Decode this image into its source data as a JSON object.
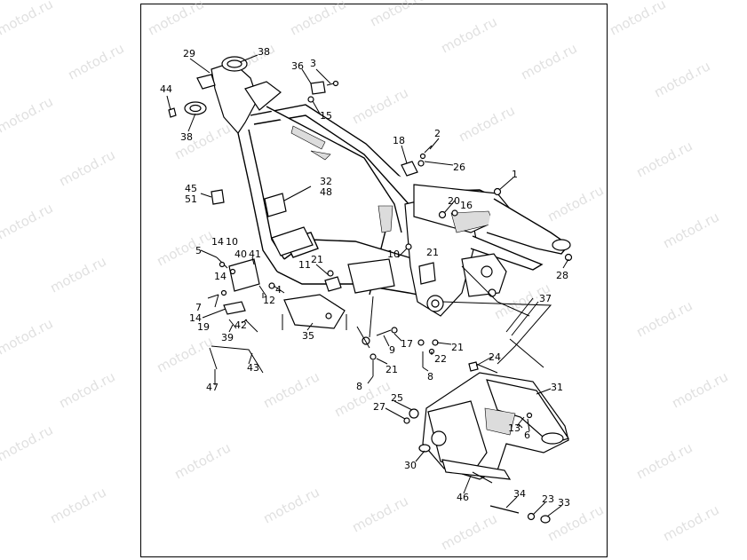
{
  "watermark": "motod.ru",
  "callouts": [
    {
      "id": "c29",
      "text": "29"
    },
    {
      "id": "c38a",
      "text": "38"
    },
    {
      "id": "c36",
      "text": "36"
    },
    {
      "id": "c3",
      "text": "3"
    },
    {
      "id": "c44",
      "text": "44"
    },
    {
      "id": "c15",
      "text": "15"
    },
    {
      "id": "c38b",
      "text": "38"
    },
    {
      "id": "c18",
      "text": "18"
    },
    {
      "id": "c2",
      "text": "2"
    },
    {
      "id": "c26",
      "text": "26"
    },
    {
      "id": "c1",
      "text": "1"
    },
    {
      "id": "c45",
      "text": "45"
    },
    {
      "id": "c51",
      "text": "51"
    },
    {
      "id": "c32",
      "text": "32"
    },
    {
      "id": "c48",
      "text": "48"
    },
    {
      "id": "c20",
      "text": "20"
    },
    {
      "id": "c16",
      "text": "16"
    },
    {
      "id": "c5",
      "text": "5"
    },
    {
      "id": "c14a",
      "text": "14"
    },
    {
      "id": "c10a",
      "text": "10"
    },
    {
      "id": "c40",
      "text": "40"
    },
    {
      "id": "c41",
      "text": "41"
    },
    {
      "id": "c10b",
      "text": "10"
    },
    {
      "id": "c21a",
      "text": "21"
    },
    {
      "id": "c21b",
      "text": "21"
    },
    {
      "id": "c11",
      "text": "11"
    },
    {
      "id": "c28",
      "text": "28"
    },
    {
      "id": "c14b",
      "text": "14"
    },
    {
      "id": "c4",
      "text": "4"
    },
    {
      "id": "c7",
      "text": "7"
    },
    {
      "id": "c12",
      "text": "12"
    },
    {
      "id": "c37",
      "text": "37"
    },
    {
      "id": "c14c",
      "text": "14"
    },
    {
      "id": "c19",
      "text": "19"
    },
    {
      "id": "c42",
      "text": "42"
    },
    {
      "id": "c39",
      "text": "39"
    },
    {
      "id": "c35",
      "text": "35"
    },
    {
      "id": "c9",
      "text": "9"
    },
    {
      "id": "c17",
      "text": "17"
    },
    {
      "id": "c21c",
      "text": "21"
    },
    {
      "id": "c22",
      "text": "22"
    },
    {
      "id": "c24",
      "text": "24"
    },
    {
      "id": "c43",
      "text": "43"
    },
    {
      "id": "c21d",
      "text": "21"
    },
    {
      "id": "c8a",
      "text": "8"
    },
    {
      "id": "c8b",
      "text": "8"
    },
    {
      "id": "c31",
      "text": "31"
    },
    {
      "id": "c47",
      "text": "47"
    },
    {
      "id": "c25",
      "text": "25"
    },
    {
      "id": "c27",
      "text": "27"
    },
    {
      "id": "c13",
      "text": "13"
    },
    {
      "id": "c6",
      "text": "6"
    },
    {
      "id": "c30",
      "text": "30"
    },
    {
      "id": "c46",
      "text": "46"
    },
    {
      "id": "c34",
      "text": "34"
    },
    {
      "id": "c23",
      "text": "23"
    },
    {
      "id": "c33",
      "text": "33"
    }
  ]
}
